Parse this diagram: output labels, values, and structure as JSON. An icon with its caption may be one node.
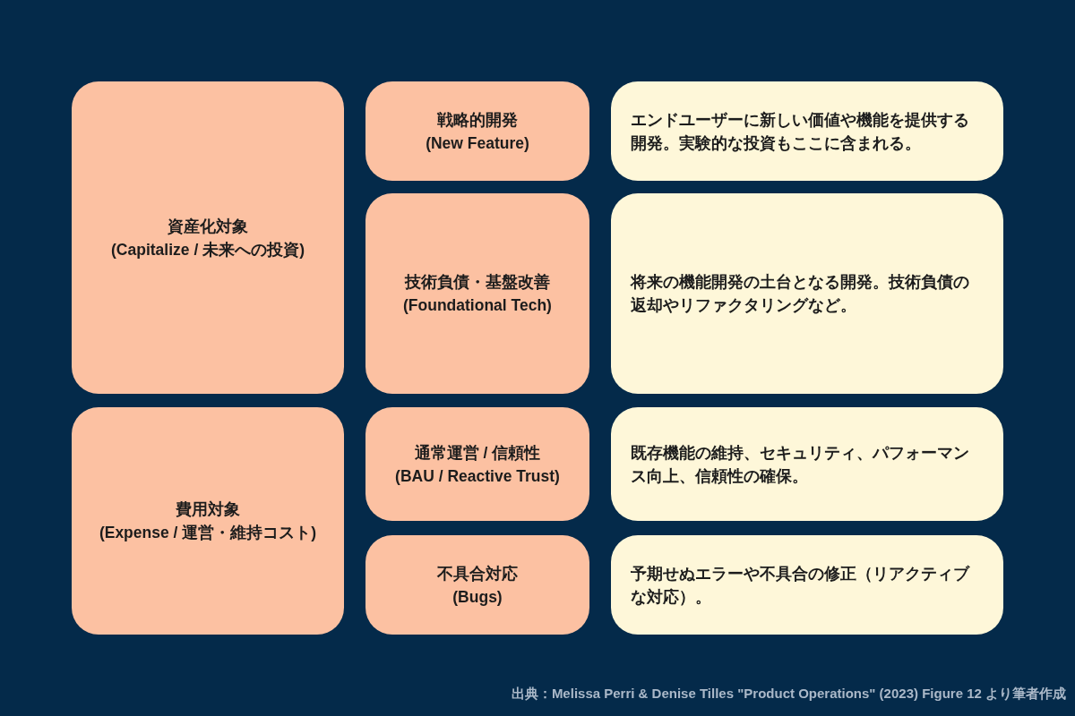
{
  "diagram": {
    "nodes": [
      {
        "text": [
          "資産化対象",
          "(Capitalize / 未来への投資)"
        ]
      },
      {
        "text": [
          "戦略的開発",
          "(New Feature)"
        ]
      },
      {
        "text": [
          "エンドユーザーに新しい価値や機能を提供する開発。実験的な投資もここに含まれる。"
        ]
      },
      {
        "text": [
          "技術負債・基盤改善",
          "(Foundational Tech)"
        ]
      },
      {
        "text": [
          "将来の機能開発の土台となる開発。技術負債の返却やリファクタリングなど。"
        ]
      },
      {
        "text": [
          "費用対象",
          "(Expense / 運営・維持コスト)"
        ]
      },
      {
        "text": [
          "通常運営 / 信頼性",
          "(BAU / Reactive Trust)"
        ]
      },
      {
        "text": [
          "既存機能の維持、セキュリティ、パフォーマンス向上、信頼性の確保。"
        ]
      },
      {
        "text": [
          "不具合対応",
          "(Bugs)"
        ]
      },
      {
        "text": [
          "予期せぬエラーや不具合の修正（リアクティブな対応）。"
        ]
      }
    ],
    "labels": [
      "出典：Melissa Perri & Denise Tilles \"Product Operations\" (2023) Figure 12 より筆者作成"
    ]
  }
}
